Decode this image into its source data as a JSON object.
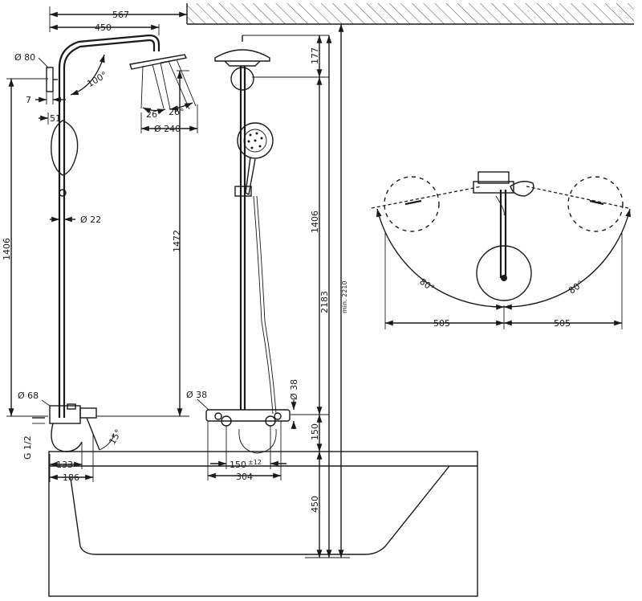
{
  "dimensions": {
    "d567": "567",
    "d450": "450",
    "d80": "Ø 80",
    "d100deg": "100°",
    "d7": "7",
    "d51": "51",
    "d26a": "26°",
    "d26b": "26°",
    "d240": "Ø 240",
    "d22": "Ø 22",
    "d1406left": "1406",
    "d1472": "1472",
    "d68": "Ø 68",
    "dG12": "G 1/2",
    "d15": "15°",
    "d133": "133",
    "d186": "186",
    "d38a": "Ø 38",
    "d38b": "Ø 38",
    "d150": "150",
    "d150tol": "±12",
    "d304": "304",
    "d177": "177",
    "d1406right": "1406",
    "d2183": "2183",
    "dmin2210": "min. 2210",
    "d150v": "150",
    "d450v": "450",
    "d80degL": "80°",
    "d80degR": "80°",
    "d505L": "505",
    "d505R": "505"
  }
}
